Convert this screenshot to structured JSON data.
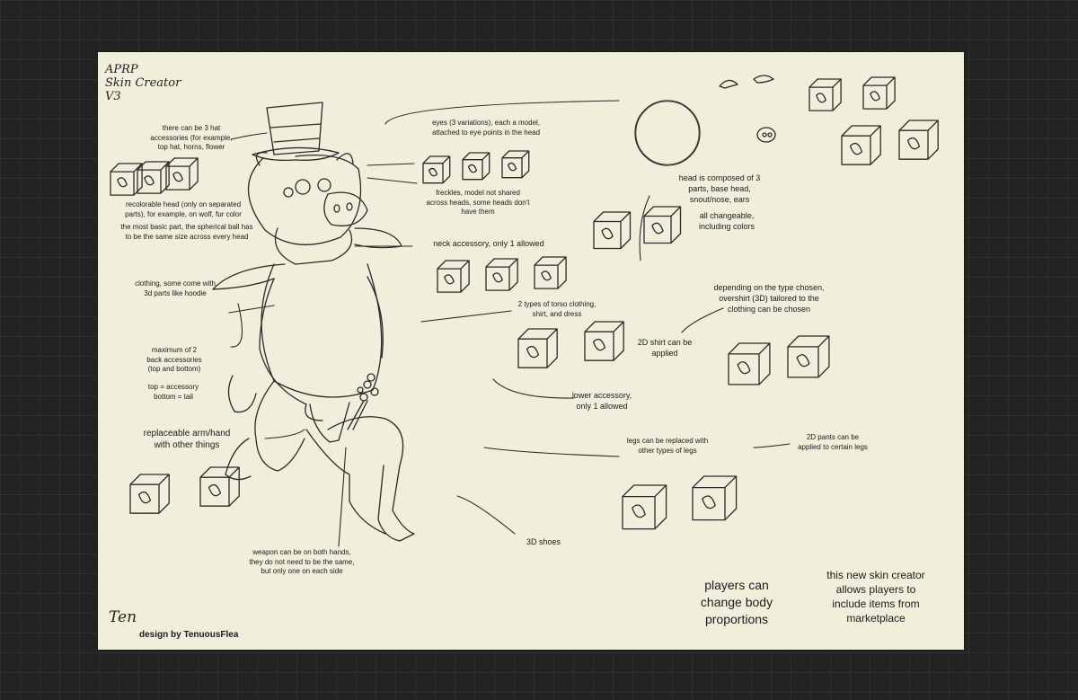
{
  "title_scrawl": "APRP\nSkin Creator\nV3",
  "signature": "Ten",
  "credit": "design by TenuousFlea",
  "annotations": {
    "hat": "there can be 3 hat\naccessories (for example,\ntop hat, horns, flower",
    "recolor": "recolorable head (only on separated\nparts), for example, on wolf, fur color",
    "sphere": "the most basic part, the spherical ball has\nto be the same size across every head",
    "eyes": "eyes (3 variations), each a model,\nattached to eye points in the head",
    "freckles": "freckles, model not shared\nacross heads, some heads don't\nhave them",
    "head": "head is composed of 3\nparts, base head,\nsnout/nose, ears",
    "changeable": "all changeable,\nincluding colors",
    "neck": "neck accessory, only 1 allowed",
    "clothing": "clothing, some come with\n3d parts like hoodie",
    "torso": "2 types of torso clothing,\nshirt, and dress",
    "overshirt": "depending on the type chosen,\novershirt (3D) tailored to the\nclothing can be chosen",
    "shirt2d": "2D shirt can be\napplied",
    "back": "maximum of 2\nback accessories\n(top and bottom)",
    "topbottom": "top = accessory\nbottom = tail",
    "lower": "lower accessory,\nonly 1 allowed",
    "arm": "replaceable arm/hand\nwith other things",
    "legs": "legs can be replaced with\nother types of legs",
    "pants2d": "2D pants can be\napplied to certain legs",
    "weapon": "weapon can be on both hands,\nthey do not need to be the same,\nbut only one on each side",
    "shoes": "3D shoes",
    "proportions": "players can\nchange body\nproportions",
    "marketplace": "this new skin creator\nallows players to\ninclude items from\nmarketplace"
  },
  "colors": {
    "paper": "#f1eedb",
    "ink": "#222222",
    "background": "#232323"
  },
  "icons": [
    "cube-sketch-icon",
    "pig-character-sketch"
  ]
}
